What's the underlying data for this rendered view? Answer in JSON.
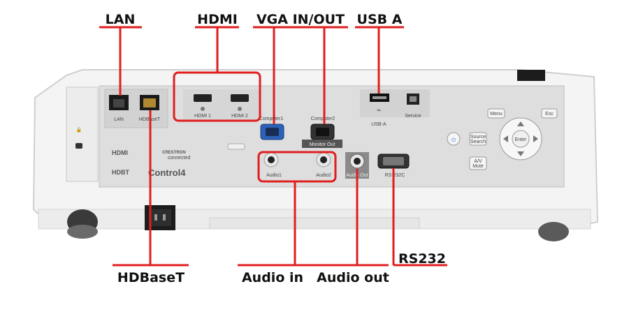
{
  "callouts": {
    "lan": "LAN",
    "hdmi": "HDMI",
    "vga": "VGA IN/OUT",
    "usb_a": "USB A",
    "hdbaset": "HDBaseT",
    "audio_in": "Audio in",
    "audio_out": "Audio out",
    "rs232": "RS232"
  },
  "panel_labels": {
    "lan": "LAN",
    "hdbaset": "HDBaseT",
    "hdmi1": "HDMI 1",
    "hdmi2": "HDMI 2",
    "computer1": "Computer1",
    "computer2": "Computer2",
    "monitor_out": "Monitor Out",
    "usb_a": "USB-A",
    "service": "Service",
    "audio1": "Audio1",
    "audio2": "Audio2",
    "audio_out": "Audio Out",
    "rs232c": "RS-232C",
    "menu": "Menu",
    "esc": "Esc",
    "source_search": [
      "Source",
      "Search"
    ],
    "av_mute": [
      "A/V",
      "Mute"
    ],
    "enter": "Enter"
  },
  "logos": {
    "hdmi": "HDMI",
    "hdbt": "HDBT",
    "crestron": "CRESTRON",
    "crestron_sub": "connected",
    "control4": "Control4"
  },
  "colors": {
    "highlight": "#e01e1e",
    "panel": "#dddddd",
    "body": "#f3f3f3"
  }
}
